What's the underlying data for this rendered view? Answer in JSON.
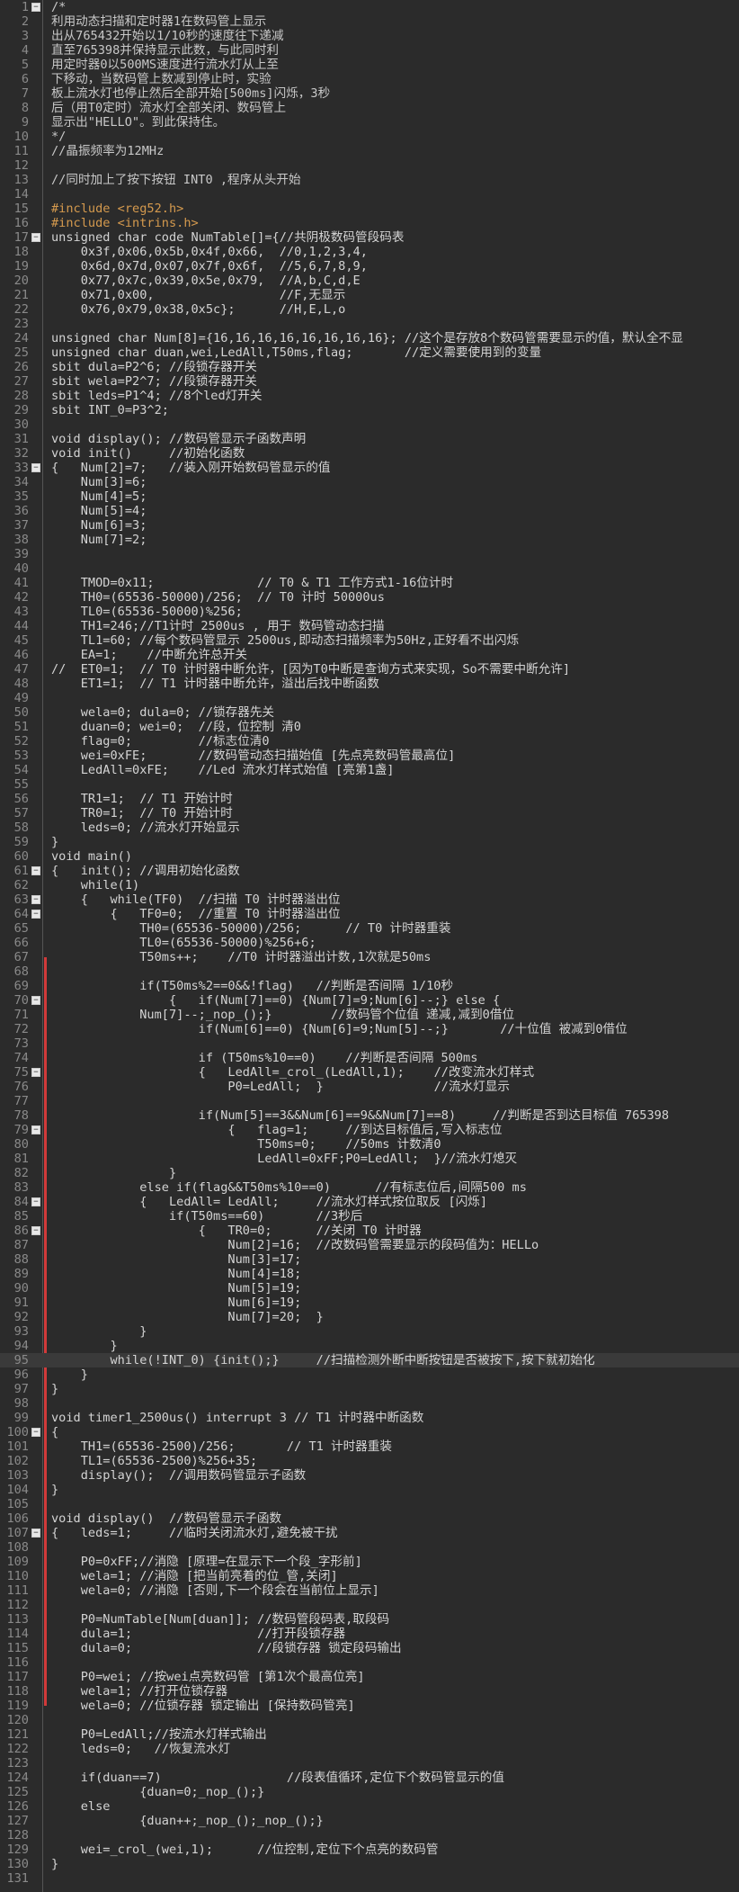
{
  "editor": {
    "lines": [
      {
        "n": "1",
        "t": "/*",
        "c": "com",
        "fold": true
      },
      {
        "n": "2",
        "t": "利用动态扫描和定时器1在数码管上显示",
        "c": "com"
      },
      {
        "n": "3",
        "t": "出从765432开始以1/10秒的速度往下递减",
        "c": "com"
      },
      {
        "n": "4",
        "t": "直至765398并保持显示此数，与此同时利",
        "c": "com"
      },
      {
        "n": "5",
        "t": "用定时器0以500MS速度进行流水灯从上至",
        "c": "com"
      },
      {
        "n": "6",
        "t": "下移动，当数码管上数减到停止时，实验",
        "c": "com"
      },
      {
        "n": "7",
        "t": "板上流水灯也停止然后全部开始[500ms]闪烁，3秒",
        "c": "com"
      },
      {
        "n": "8",
        "t": "后（用T0定时）流水灯全部关闭、数码管上",
        "c": "com"
      },
      {
        "n": "9",
        "t": "显示出\"HELLO\"。到此保持住。",
        "c": "com"
      },
      {
        "n": "10",
        "t": "*/",
        "c": "com"
      },
      {
        "n": "11",
        "t": "//晶振频率为12MHz",
        "c": "com"
      },
      {
        "n": "12",
        "t": "",
        "c": ""
      },
      {
        "n": "13",
        "t": "//同时加上了按下按钮 INT0 ,程序从头开始",
        "c": "com"
      },
      {
        "n": "14",
        "t": "",
        "c": ""
      },
      {
        "n": "15",
        "t": "#include <reg52.h>",
        "c": "pp"
      },
      {
        "n": "16",
        "t": "#include <intrins.h>",
        "c": "pp"
      },
      {
        "n": "17",
        "t": "unsigned char code NumTable[]={//共阴极数码管段码表",
        "c": "",
        "fold": true
      },
      {
        "n": "18",
        "t": "    0x3f,0x06,0x5b,0x4f,0x66,  //0,1,2,3,4,",
        "c": ""
      },
      {
        "n": "19",
        "t": "    0x6d,0x7d,0x07,0x7f,0x6f,  //5,6,7,8,9,",
        "c": ""
      },
      {
        "n": "20",
        "t": "    0x77,0x7c,0x39,0x5e,0x79,  //A,b,C,d,E",
        "c": ""
      },
      {
        "n": "21",
        "t": "    0x71,0x00,                 //F,无显示",
        "c": ""
      },
      {
        "n": "22",
        "t": "    0x76,0x79,0x38,0x5c};      //H,E,L,o",
        "c": ""
      },
      {
        "n": "23",
        "t": "",
        "c": ""
      },
      {
        "n": "24",
        "t": "unsigned char Num[8]={16,16,16,16,16,16,16,16}; //这个是存放8个数码管需要显示的值，默认全不显",
        "c": ""
      },
      {
        "n": "25",
        "t": "unsigned char duan,wei,LedAll,T50ms,flag;       //定义需要使用到的变量",
        "c": ""
      },
      {
        "n": "26",
        "t": "sbit dula=P2^6; //段锁存器开关",
        "c": ""
      },
      {
        "n": "27",
        "t": "sbit wela=P2^7; //段锁存器开关",
        "c": ""
      },
      {
        "n": "28",
        "t": "sbit leds=P1^4; //8个led灯开关",
        "c": ""
      },
      {
        "n": "29",
        "t": "sbit INT_0=P3^2;",
        "c": ""
      },
      {
        "n": "30",
        "t": "",
        "c": ""
      },
      {
        "n": "31",
        "t": "void display(); //数码管显示子函数声明",
        "c": ""
      },
      {
        "n": "32",
        "t": "void init()     //初始化函数",
        "c": ""
      },
      {
        "n": "33",
        "t": "{   Num[2]=7;   //装入刚开始数码管显示的值",
        "c": "",
        "fold": true
      },
      {
        "n": "34",
        "t": "    Num[3]=6;",
        "c": ""
      },
      {
        "n": "35",
        "t": "    Num[4]=5;",
        "c": ""
      },
      {
        "n": "36",
        "t": "    Num[5]=4;",
        "c": ""
      },
      {
        "n": "37",
        "t": "    Num[6]=3;",
        "c": ""
      },
      {
        "n": "38",
        "t": "    Num[7]=2;",
        "c": ""
      },
      {
        "n": "39",
        "t": "",
        "c": ""
      },
      {
        "n": "40",
        "t": "",
        "c": ""
      },
      {
        "n": "41",
        "t": "    TMOD=0x11;              // T0 & T1 工作方式1-16位计时",
        "c": ""
      },
      {
        "n": "42",
        "t": "    TH0=(65536-50000)/256;  // T0 计时 50000us",
        "c": ""
      },
      {
        "n": "43",
        "t": "    TL0=(65536-50000)%256;",
        "c": ""
      },
      {
        "n": "44",
        "t": "    TH1=246;//T1计时 2500us , 用于 数码管动态扫描",
        "c": ""
      },
      {
        "n": "45",
        "t": "    TL1=60; //每个数码管显示 2500us,即动态扫描频率为50Hz,正好看不出闪烁",
        "c": ""
      },
      {
        "n": "46",
        "t": "    EA=1;    //中断允许总开关",
        "c": ""
      },
      {
        "n": "47",
        "t": "//  ET0=1;  // T0 计时器中断允许，[因为T0中断是查询方式来实现，So不需要中断允许]",
        "c": ""
      },
      {
        "n": "48",
        "t": "    ET1=1;  // T1 计时器中断允许，溢出后找中断函数",
        "c": ""
      },
      {
        "n": "49",
        "t": "",
        "c": ""
      },
      {
        "n": "50",
        "t": "    wela=0; dula=0; //锁存器先关",
        "c": ""
      },
      {
        "n": "51",
        "t": "    duan=0; wei=0;  //段，位控制 清0",
        "c": ""
      },
      {
        "n": "52",
        "t": "    flag=0;         //标志位清0",
        "c": ""
      },
      {
        "n": "53",
        "t": "    wei=0xFE;       //数码管动态扫描始值 [先点亮数码管最高位]",
        "c": ""
      },
      {
        "n": "54",
        "t": "    LedAll=0xFE;    //Led 流水灯样式始值 [亮第1盏]",
        "c": ""
      },
      {
        "n": "55",
        "t": "",
        "c": ""
      },
      {
        "n": "56",
        "t": "    TR1=1;  // T1 开始计时",
        "c": ""
      },
      {
        "n": "57",
        "t": "    TR0=1;  // T0 开始计时",
        "c": ""
      },
      {
        "n": "58",
        "t": "    leds=0; //流水灯开始显示",
        "c": ""
      },
      {
        "n": "59",
        "t": "}",
        "c": ""
      },
      {
        "n": "60",
        "t": "void main()",
        "c": ""
      },
      {
        "n": "61",
        "t": "{   init(); //调用初始化函数",
        "c": "",
        "fold": true
      },
      {
        "n": "62",
        "t": "    while(1)",
        "c": ""
      },
      {
        "n": "63",
        "t": "    {   while(TF0)  //扫描 T0 计时器溢出位",
        "c": "",
        "fold": true
      },
      {
        "n": "64",
        "t": "        {   TF0=0;  //重置 T0 计时器溢出位",
        "c": "",
        "fold": true
      },
      {
        "n": "65",
        "t": "            TH0=(65536-50000)/256;      // T0 计时器重装",
        "c": ""
      },
      {
        "n": "66",
        "t": "            TL0=(65536-50000)%256+6;",
        "c": ""
      },
      {
        "n": "67",
        "t": "            T50ms++;    //T0 计时器溢出计数,1次就是50ms",
        "c": ""
      },
      {
        "n": "68",
        "t": "",
        "c": ""
      },
      {
        "n": "69",
        "t": "            if(T50ms%2==0&&!flag)   //判断是否间隔 1/10秒",
        "c": ""
      },
      {
        "n": "70",
        "t": "                {   if(Num[7]==0) {Num[7]=9;Num[6]--;} else {",
        "c": "",
        "fold": true
      },
      {
        "n": "71",
        "t": "            Num[7]--;_nop_();}        //数码管个位值 递减,减到0借位",
        "c": ""
      },
      {
        "n": "72",
        "t": "                    if(Num[6]==0) {Num[6]=9;Num[5]--;}       //十位值 被减到0借位",
        "c": ""
      },
      {
        "n": "73",
        "t": "",
        "c": ""
      },
      {
        "n": "74",
        "t": "                    if (T50ms%10==0)    //判断是否间隔 500ms",
        "c": ""
      },
      {
        "n": "75",
        "t": "                    {   LedAll=_crol_(LedAll,1);    //改变流水灯样式",
        "c": "",
        "fold": true
      },
      {
        "n": "76",
        "t": "                        P0=LedAll;  }               //流水灯显示",
        "c": ""
      },
      {
        "n": "77",
        "t": "",
        "c": ""
      },
      {
        "n": "78",
        "t": "                    if(Num[5]==3&&Num[6]==9&&Num[7]==8)     //判断是否到达目标值 765398",
        "c": ""
      },
      {
        "n": "79",
        "t": "                        {   flag=1;     //到达目标值后,写入标志位",
        "c": "",
        "fold": true
      },
      {
        "n": "80",
        "t": "                            T50ms=0;    //50ms 计数清0",
        "c": ""
      },
      {
        "n": "81",
        "t": "                            LedAll=0xFF;P0=LedAll;  }//流水灯熄灭",
        "c": ""
      },
      {
        "n": "82",
        "t": "                }",
        "c": ""
      },
      {
        "n": "83",
        "t": "            else if(flag&&T50ms%10==0)      //有标志位后,间隔500 ms",
        "c": ""
      },
      {
        "n": "84",
        "t": "            {   LedAll= LedAll;     //流水灯样式按位取反 [闪烁]",
        "c": "",
        "fold": true
      },
      {
        "n": "85",
        "t": "                if(T50ms==60)       //3秒后",
        "c": ""
      },
      {
        "n": "86",
        "t": "                    {   TR0=0;      //关闭 T0 计时器",
        "c": "",
        "fold": true
      },
      {
        "n": "87",
        "t": "                        Num[2]=16;  //改数码管需要显示的段码值为：HELLo",
        "c": ""
      },
      {
        "n": "88",
        "t": "                        Num[3]=17;",
        "c": ""
      },
      {
        "n": "89",
        "t": "                        Num[4]=18;",
        "c": ""
      },
      {
        "n": "90",
        "t": "                        Num[5]=19;",
        "c": ""
      },
      {
        "n": "91",
        "t": "                        Num[6]=19;",
        "c": ""
      },
      {
        "n": "92",
        "t": "                        Num[7]=20;  }",
        "c": ""
      },
      {
        "n": "93",
        "t": "            }",
        "c": ""
      },
      {
        "n": "94",
        "t": "        }",
        "c": ""
      },
      {
        "n": "95",
        "t": "        while(!INT_0) {init();}     //扫描检测外断中断按钮是否被按下,按下就初始化",
        "c": "",
        "hl": true
      },
      {
        "n": "96",
        "t": "    }",
        "c": ""
      },
      {
        "n": "97",
        "t": "}",
        "c": ""
      },
      {
        "n": "98",
        "t": "",
        "c": ""
      },
      {
        "n": "99",
        "t": "void timer1_2500us() interrupt 3 // T1 计时器中断函数",
        "c": ""
      },
      {
        "n": "100",
        "t": "{",
        "c": "",
        "fold": true
      },
      {
        "n": "101",
        "t": "    TH1=(65536-2500)/256;       // T1 计时器重装",
        "c": ""
      },
      {
        "n": "102",
        "t": "    TL1=(65536-2500)%256+35;",
        "c": ""
      },
      {
        "n": "103",
        "t": "    display();  //调用数码管显示子函数",
        "c": ""
      },
      {
        "n": "104",
        "t": "}",
        "c": ""
      },
      {
        "n": "105",
        "t": "",
        "c": ""
      },
      {
        "n": "106",
        "t": "void display()  //数码管显示子函数",
        "c": ""
      },
      {
        "n": "107",
        "t": "{   leds=1;     //临时关闭流水灯,避免被干扰",
        "c": "",
        "fold": true
      },
      {
        "n": "108",
        "t": "",
        "c": ""
      },
      {
        "n": "109",
        "t": "    P0=0xFF;//消隐 [原理=在显示下一个段_字形前]",
        "c": ""
      },
      {
        "n": "110",
        "t": "    wela=1; //消隐 [把当前亮着的位_管,关闭]",
        "c": ""
      },
      {
        "n": "111",
        "t": "    wela=0; //消隐 [否则,下一个段会在当前位上显示]",
        "c": ""
      },
      {
        "n": "112",
        "t": "",
        "c": ""
      },
      {
        "n": "113",
        "t": "    P0=NumTable[Num[duan]]; //数码管段码表,取段码",
        "c": ""
      },
      {
        "n": "114",
        "t": "    dula=1;                 //打开段锁存器",
        "c": ""
      },
      {
        "n": "115",
        "t": "    dula=0;                 //段锁存器 锁定段码输出",
        "c": ""
      },
      {
        "n": "116",
        "t": "",
        "c": ""
      },
      {
        "n": "117",
        "t": "    P0=wei; //按wei点亮数码管 [第1次个最高位亮]",
        "c": ""
      },
      {
        "n": "118",
        "t": "    wela=1; //打开位锁存器",
        "c": ""
      },
      {
        "n": "119",
        "t": "    wela=0; //位锁存器 锁定输出 [保持数码管亮]",
        "c": ""
      },
      {
        "n": "120",
        "t": "",
        "c": ""
      },
      {
        "n": "121",
        "t": "    P0=LedAll;//按流水灯样式输出",
        "c": ""
      },
      {
        "n": "122",
        "t": "    leds=0;   //恢复流水灯",
        "c": ""
      },
      {
        "n": "123",
        "t": "",
        "c": ""
      },
      {
        "n": "124",
        "t": "    if(duan==7)                 //段表值循环,定位下个数码管显示的值",
        "c": ""
      },
      {
        "n": "125",
        "t": "            {duan=0;_nop_();}",
        "c": ""
      },
      {
        "n": "126",
        "t": "    else",
        "c": ""
      },
      {
        "n": "127",
        "t": "            {duan++;_nop_();_nop_();}",
        "c": ""
      },
      {
        "n": "128",
        "t": "",
        "c": ""
      },
      {
        "n": "129",
        "t": "    wei=_crol_(wei,1);      //位控制,定位下个点亮的数码管",
        "c": ""
      },
      {
        "n": "130",
        "t": "}",
        "c": ""
      },
      {
        "n": "131",
        "t": "",
        "c": ""
      }
    ]
  }
}
